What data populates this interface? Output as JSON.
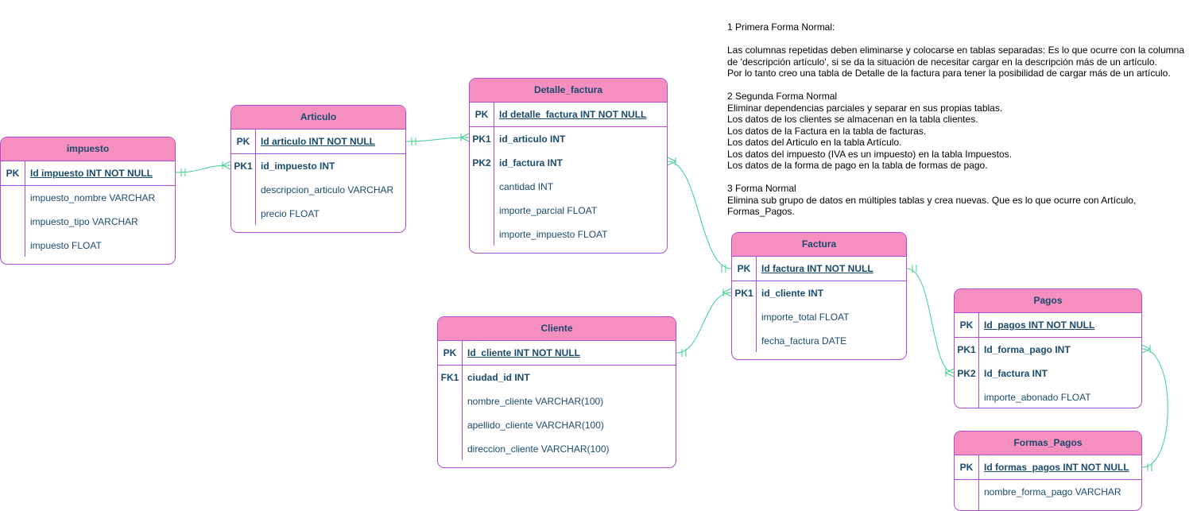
{
  "entities": {
    "impuesto": {
      "title": "impuesto",
      "pk": {
        "key": "PK",
        "field": "Id impuesto INT NOT NULL"
      },
      "rows": [
        {
          "key": "",
          "field": "impuesto_nombre VARCHAR"
        },
        {
          "key": "",
          "field": "impuesto_tipo VARCHAR"
        },
        {
          "key": "",
          "field": "impuesto FLOAT"
        }
      ]
    },
    "articulo": {
      "title": "Articulo",
      "pk": {
        "key": "PK",
        "field": "Id articulo INT NOT NULL"
      },
      "rows": [
        {
          "key": "PK1",
          "field": "id_impuesto INT"
        },
        {
          "key": "",
          "field": "descripcion_articulo VARCHAR"
        },
        {
          "key": "",
          "field": "precio FLOAT"
        }
      ]
    },
    "detalle": {
      "title": "Detalle_factura",
      "pk": {
        "key": "PK",
        "field": "Id detalle_factura INT NOT NULL"
      },
      "rows": [
        {
          "key": "PK1",
          "field": "id_articulo INT"
        },
        {
          "key": "PK2",
          "field": "id_factura INT"
        },
        {
          "key": "",
          "field": "cantidad INT"
        },
        {
          "key": "",
          "field": "importe_parcial FLOAT"
        },
        {
          "key": "",
          "field": "importe_impuesto FLOAT"
        }
      ]
    },
    "factura": {
      "title": "Factura",
      "pk": {
        "key": "PK",
        "field": "Id factura INT NOT NULL"
      },
      "rows": [
        {
          "key": "PK1",
          "field": "id_cliente INT"
        },
        {
          "key": "",
          "field": "importe_total FLOAT"
        },
        {
          "key": "",
          "field": "fecha_factura DATE"
        }
      ]
    },
    "cliente": {
      "title": "Cliente",
      "pk": {
        "key": "PK",
        "field": "Id_cliente INT NOT NULL"
      },
      "rows": [
        {
          "key": "FK1",
          "field": "ciudad_id INT"
        },
        {
          "key": "",
          "field": "nombre_cliente VARCHAR(100)"
        },
        {
          "key": "",
          "field": "apellido_cliente VARCHAR(100)"
        },
        {
          "key": "",
          "field": "direccion_cliente VARCHAR(100)"
        }
      ]
    },
    "pagos": {
      "title": "Pagos",
      "pk": {
        "key": "PK",
        "field": "Id_pagos INT NOT NULL"
      },
      "rows": [
        {
          "key": "PK1",
          "field": "Id_forma_pago INT"
        },
        {
          "key": "PK2",
          "field": "Id_factura INT"
        },
        {
          "key": "",
          "field": "importe_abonado FLOAT"
        }
      ]
    },
    "formas": {
      "title": "Formas_Pagos",
      "pk": {
        "key": "PK",
        "field": "Id formas_pagos INT NOT NULL"
      },
      "rows": [
        {
          "key": "",
          "field": "nombre_forma_pago VARCHAR"
        }
      ]
    }
  },
  "notes": "1 Primera Forma Normal:\n\nLas columnas repetidas deben eliminarse y colocarse en tablas separadas: Es lo que ocurre con la columna\nde 'descripción artículo', si se da la situación de necesitar cargar en la descripción más de un artículo.\nPor lo tanto creo una tabla de Detalle de la factura para tener la posibilidad de cargar más de un artículo.\n\n2 Segunda Forma Normal\nEliminar dependencias parciales y separar en sus propias tablas.\nLos datos de los clientes se almacenan en la tabla clientes.\nLos datos de la Factura en la tabla de facturas.\nLos datos del Articulo en la tabla Artículo.\nLos datos del impuesto (IVA es un impuesto) en la tabla Impuestos.\nLos datos de la forma de pago en la tabla de formas de pago.\n\n3 Forma Normal\nElimina sub grupo de datos en múltiples tablas y crea nuevas. Que es lo que ocurre con Artículo,\nFormas_Pagos.",
  "colors": {
    "header": "#f48fc0",
    "border": "#b04ad0",
    "text": "#1a4a6b",
    "connector": "#3ecf8e"
  }
}
